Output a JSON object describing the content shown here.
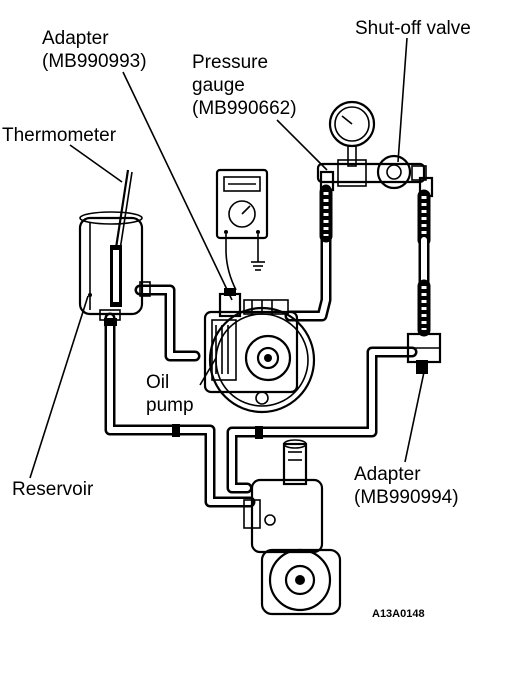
{
  "labels": {
    "adapter_top_line1": "Adapter",
    "adapter_top_line2": "(MB990993)",
    "pressure_gauge_line1": "Pressure",
    "pressure_gauge_line2": "gauge",
    "pressure_gauge_line3": "(MB990662)",
    "shutoff_valve": "Shut-off valve",
    "thermometer": "Thermometer",
    "oil_pump_line1": "Oil",
    "oil_pump_line2": "pump",
    "reservoir": "Reservoir",
    "adapter_bottom_line1": "Adapter",
    "adapter_bottom_line2": "(MB990994)",
    "figure_code": "A13A0148"
  }
}
